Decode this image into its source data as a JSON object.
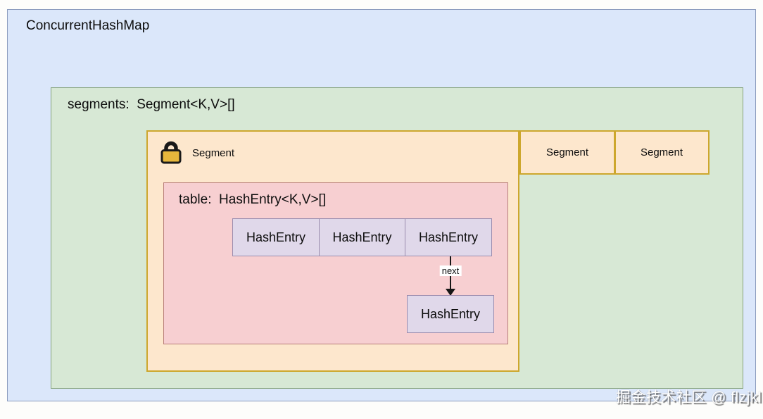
{
  "diagram": {
    "title": "ConcurrentHashMap",
    "segments_label": "segments:  Segment<K,V>[]",
    "segment_main_label": "Segment",
    "segment_2_label": "Segment",
    "segment_3_label": "Segment",
    "table_label": "table:  HashEntry<K,V>[]",
    "hash_entries": [
      "HashEntry",
      "HashEntry",
      "HashEntry"
    ],
    "linked_entry_label": "HashEntry",
    "next_label": "next",
    "lock_icon": "padlock-icon"
  },
  "watermark": {
    "text": "掘金技术社区 @ flzjkl"
  },
  "colors": {
    "outer_fill": "#dbe7fa",
    "outer_stroke": "#8c9cbe",
    "segments_fill": "#d7e8d5",
    "segments_stroke": "#86a37d",
    "segment_fill": "#fde7cd",
    "segment_stroke": "#cda72d",
    "table_fill": "#f7cfd1",
    "table_stroke": "#b87e79",
    "entry_fill": "#e0d8ea",
    "entry_stroke": "#9a8cae",
    "lock_body": "#e6b73c",
    "arrow": "#161616"
  }
}
